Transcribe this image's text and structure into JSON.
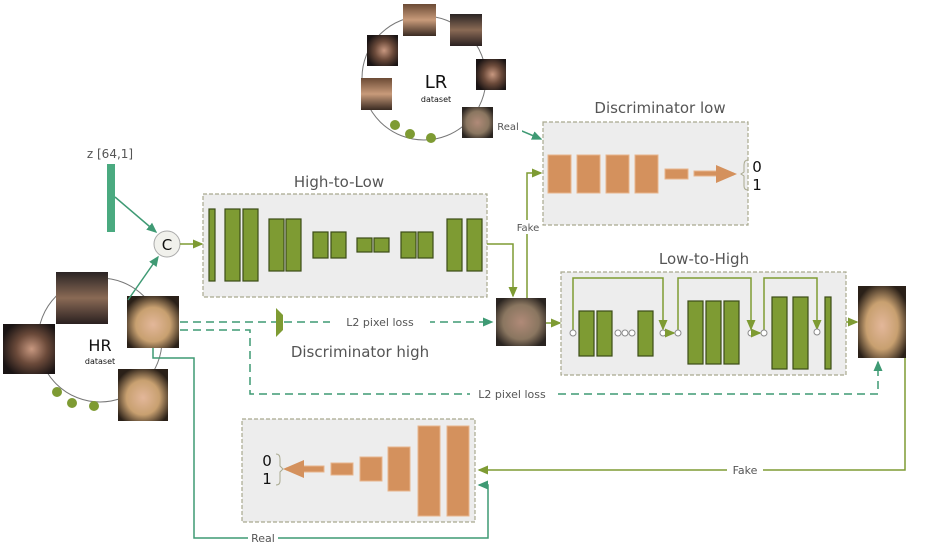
{
  "lr_dataset": {
    "title": "LR",
    "subtitle": "dataset"
  },
  "hr_dataset": {
    "title": "HR",
    "subtitle": "dataset"
  },
  "noise_input": {
    "label": "z [64,1]"
  },
  "concat_node": {
    "label": "C"
  },
  "high_to_low": {
    "title": "High-to-Low"
  },
  "low_to_high": {
    "title": "Low-to-High"
  },
  "discriminator_low": {
    "title": "Discriminator low",
    "out_top": "0",
    "out_bottom": "1"
  },
  "discriminator_high": {
    "title": "Discriminator high",
    "out_top": "0",
    "out_bottom": "1"
  },
  "edges": {
    "real_low": "Real",
    "fake_low": "Fake",
    "l2_low": "L2 pixel loss",
    "l2_high": "L2 pixel loss",
    "fake_high": "Fake",
    "real_high": "Real"
  },
  "colors": {
    "generator_block": "#7e9b33",
    "discriminator_block": "#d4915d",
    "real_link": "#3f9a74",
    "fake_link": "#7e9b33"
  }
}
